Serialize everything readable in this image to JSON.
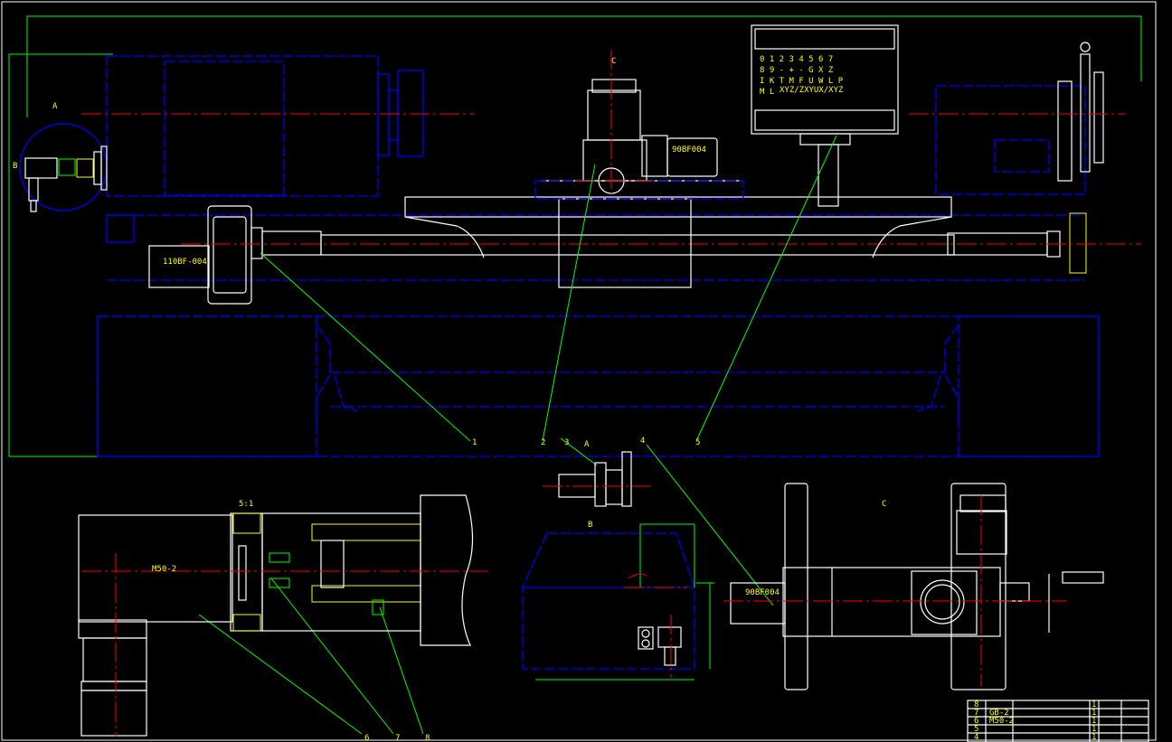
{
  "views": {
    "label_A": "A",
    "label_B": "B",
    "label_C": "C",
    "label_A_arrow": "A",
    "label_B_arrow": "B",
    "label_C_arrow": "C",
    "scale_label": "5:1"
  },
  "motors": {
    "left_motor": "110BF-004",
    "top_motor": "90BF004",
    "view_c_motor": "90BF004",
    "detail_motor": "M50-2"
  },
  "control_panel": {
    "row1": "0 1 2 3 4 5 6 7",
    "row2": "8 9 - + - G X Z",
    "row3": "I K T M F U W L P",
    "row4": "M L",
    "row5": "XYZ/ZXYUX/XYZ"
  },
  "leaders": [
    "1",
    "2",
    "3",
    "4",
    "5",
    "6",
    "7",
    "8"
  ],
  "title_block": {
    "rows": [
      {
        "no": "8",
        "code": "",
        "name": "",
        "qty": "1",
        "mat": "",
        "note": ""
      },
      {
        "no": "7",
        "code": "GB-2",
        "name": "",
        "qty": "1",
        "mat": "",
        "note": ""
      },
      {
        "no": "6",
        "code": "M50-2",
        "name": "",
        "qty": "1",
        "mat": "",
        "note": ""
      },
      {
        "no": "5",
        "code": "",
        "name": "",
        "qty": "1",
        "mat": "",
        "note": ""
      },
      {
        "no": "4",
        "code": "",
        "name": "",
        "qty": "1",
        "mat": "",
        "note": ""
      }
    ]
  },
  "colors": {
    "background": "#000000",
    "outline": "#0000ff",
    "centerline": "#ff0000",
    "leader": "#00ff00",
    "text": "#ffff00",
    "part": "#ffffff"
  }
}
